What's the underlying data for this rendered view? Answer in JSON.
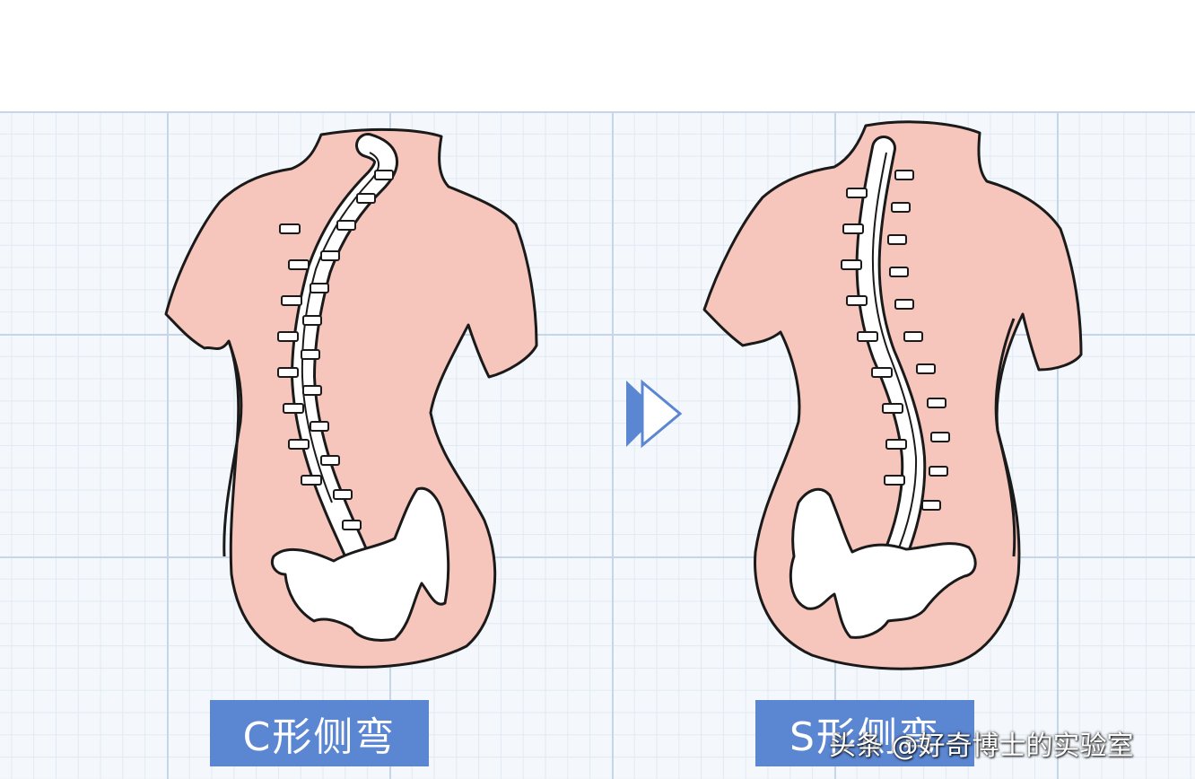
{
  "labels": {
    "c_curve": "C形侧弯",
    "s_curve": "S形侧弯"
  },
  "watermark": "头条 @好奇博士的实验室",
  "icons": {
    "arrow": "double-play-arrow-icon"
  },
  "colors": {
    "skin": "#f6c6bd",
    "outline": "#1a1a1a",
    "bone": "#ffffff",
    "label_bg": "#5b86d1",
    "arrow": "#5b86d1",
    "grid": "#c6d6e8"
  }
}
